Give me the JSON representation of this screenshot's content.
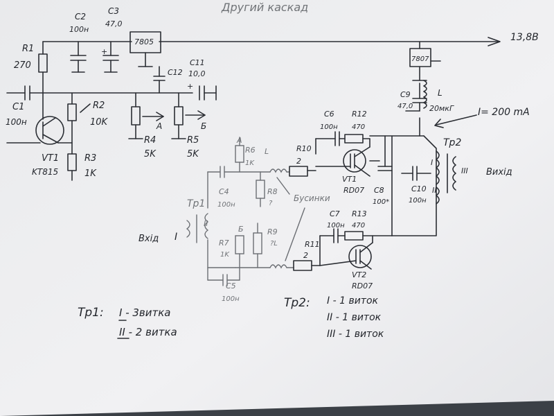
{
  "title": "Другий каскад",
  "supply": "13,8В",
  "current": "I= 200 mA",
  "labels": {
    "r1": "R1",
    "r1v": "270",
    "c2": "C2",
    "c2v": "100н",
    "c3": "C3",
    "c3v": "47,0",
    "reg1": "7805",
    "reg2": "7807",
    "c12": "C12",
    "c11": "C11",
    "c11v": "10,0",
    "c1": "C1",
    "c1v": "100н",
    "r2": "R2",
    "r2v": "10K",
    "vt1": "VT1",
    "vt1v": "KT815",
    "r3": "R3",
    "r3v": "1K",
    "r4": "R4",
    "r4v": "5K",
    "a": "A",
    "r5": "R5",
    "r5v": "5K",
    "b": "Б",
    "c9": "C9",
    "c9v": "47,0",
    "l": "L",
    "lv": "20мкГ",
    "c6": "C6",
    "c6v": "100н",
    "r12": "R12",
    "r12v": "470",
    "tp2": "Tp2",
    "r6": "R6",
    "r6v": "1K",
    "a2": "A",
    "l2": "L",
    "r10": "R10",
    "r10v": "2",
    "vt1b": "VT1",
    "vt1bv": "RD07",
    "c8": "C8",
    "c8v": "100*",
    "c10": "C10",
    "c10v": "100н",
    "out": "Вихід",
    "c4": "C4",
    "c4v": "100н",
    "r8": "R8",
    "r8v": "?",
    "beads": "Бусинки",
    "tp1": "Tp1",
    "in": "Вхід",
    "c7": "C7",
    "c7v": "100н",
    "r13": "R13",
    "r13v": "470",
    "r7": "R7",
    "r7v": "1K",
    "b2": "Б",
    "r9": "R9",
    "r9v": "?L",
    "r11": "R11",
    "r11v": "2",
    "vt2": "VT2",
    "vt2v": "RD07",
    "c5": "C5",
    "c5v": "100н",
    "w1": "I",
    "w2": "II",
    "w3": "III"
  },
  "notes": {
    "tp1_title": "Tp1:",
    "tp1_line1": "I - 3витка",
    "tp1_line2": "II - 2 витка",
    "tp2_title": "Tp2:",
    "tp2_line1": "I - 1 виток",
    "tp2_line2": "II - 1 виток",
    "tp2_line3": "III - 1 виток"
  },
  "colors": {
    "paper": "#efeff1",
    "ink": "#2a2d33",
    "pencil": "#707377"
  }
}
